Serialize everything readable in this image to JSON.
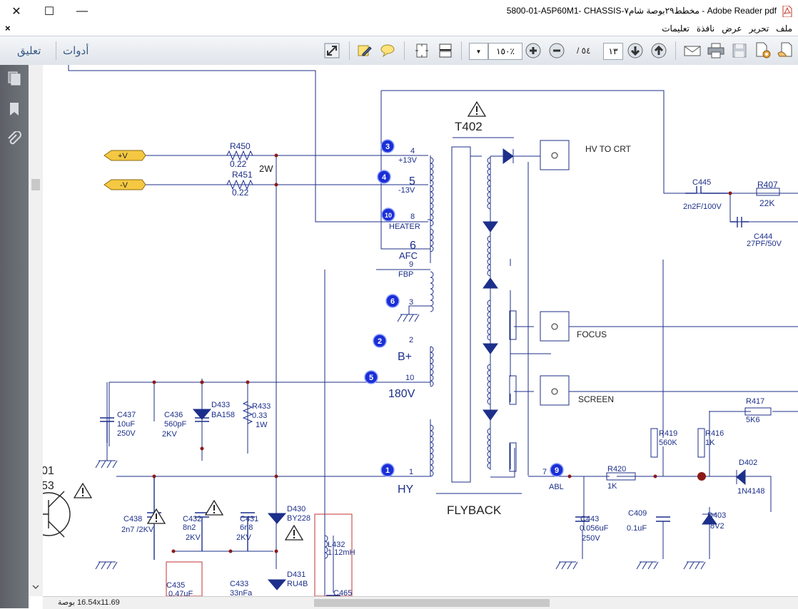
{
  "window": {
    "title": "5800-01-A5P60M1- CHASSIS-مخطط٢٩بوصة شام٧ - Adobe Reader pdf",
    "minimize_glyph": "—",
    "maximize_glyph": "☐",
    "close_glyph": "✕",
    "app_icon": "pdf-file-icon"
  },
  "menubar": {
    "close_glyph": "×",
    "items": [
      "ملف",
      "تحرير",
      "عرض",
      "نافذة",
      "تعليمات"
    ]
  },
  "toolbar": {
    "comment_label": "تعليق",
    "tools_label": "أدوات",
    "zoom_value": "١٥٠٪",
    "page_current": "١٣",
    "page_total": "/ ٥٤",
    "accent": "#3a5a86"
  },
  "status": {
    "page_size": "16.54x11.69 بوصة"
  },
  "schematic": {
    "wire_color": "#1c2f8a",
    "labels": {
      "t402": "T402",
      "flyback": "FLYBACK",
      "hv_to_crt": "HV TO CRT",
      "focus": "FOCUS",
      "screen": "SCREEN",
      "plus_v": "+V",
      "minus_v": "-V",
      "r450": "R450",
      "r450_val": "0.22",
      "r451": "R451",
      "r451_val": "0.22",
      "w2": "2W",
      "pin4": "4",
      "plus13": "+13V",
      "pin5": "5",
      "minus13": "-13V",
      "pin8": "8",
      "heater": "HEATER",
      "pin6": "6",
      "afc": "AFC",
      "pin9": "9",
      "fbp": "FBP",
      "pin3": "3",
      "pin2": "2",
      "bplus": "B+",
      "pin10": "10",
      "v180": "180V",
      "pin1": "1",
      "hy": "HY",
      "pin7": "7",
      "abl": "ABL",
      "c445": "C445",
      "c445_val": "2n2F/100V",
      "r407": "R407",
      "r407_val": "22K",
      "c444": "C444",
      "c444_val": "27PF/50V",
      "c437": "C437",
      "c437_val1": "10uF",
      "c437_val2": "250V",
      "c436": "C436",
      "c436_val1": "560pF",
      "c436_val2": "2KV",
      "d433": "D433",
      "d433_val": "BA158",
      "r433": "R433",
      "r433_val1": "0.33",
      "r433_val2": "1W",
      "c438": "C438",
      "c438_val": "2n7 /2KV",
      "c432": "C432",
      "c432_val1": "8n2",
      "c432_val2": "2KV",
      "c431": "C431",
      "c431_val1": "6n8",
      "c431_val2": "2KV",
      "d430": "D430",
      "d430_val": "BY228",
      "d431": "D431",
      "d431_val": "RU4B",
      "l432": "L432",
      "l432_val": "1.12mH",
      "c465": "C465",
      "c435": "C435",
      "c435_val": "0.47uF",
      "c433": "C433",
      "c433_val": "33nFa",
      "q_id": "01",
      "q_val": "53",
      "r419": "R419",
      "r419_val": "560K",
      "r416": "R416",
      "r416_val": "1K",
      "r417": "R417",
      "r417_val": "5K6",
      "r420": "R420",
      "r420_val": "1K",
      "c443": "C443",
      "c443_val1": "0.056uF",
      "c443_val2": "250V",
      "c409": "C409",
      "c409_val": "0.1uF",
      "d402": "D402",
      "d402_val": "1N4148",
      "d403": "D403",
      "d403_val": "8V2",
      "m1": "1",
      "m2": "2",
      "m3": "3",
      "m4": "4",
      "m5": "5",
      "m6": "6",
      "m9": "9",
      "m10": "10"
    }
  }
}
